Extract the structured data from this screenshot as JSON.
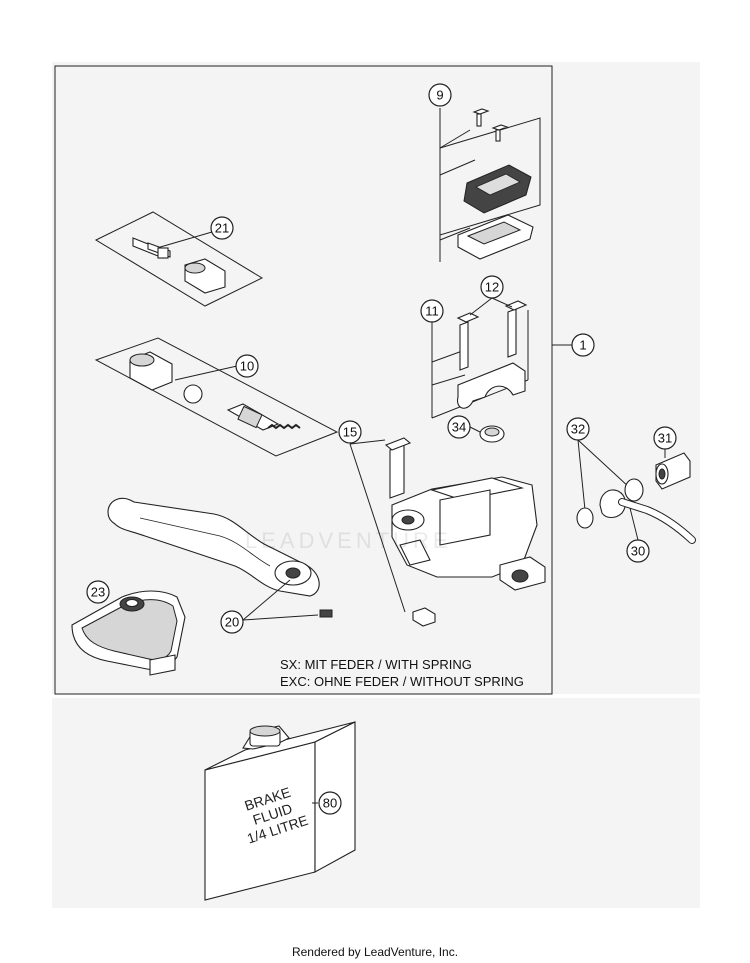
{
  "callouts": {
    "c1": "1",
    "c9": "9",
    "c10": "10",
    "c11": "11",
    "c12": "12",
    "c15": "15",
    "c20": "20",
    "c21": "21",
    "c23": "23",
    "c30": "30",
    "c31": "31",
    "c32": "32",
    "c34": "34",
    "c80": "80"
  },
  "notes": {
    "sx": "SX: MIT FEDER / WITH SPRING",
    "exc": "EXC: OHNE FEDER / WITHOUT SPRING"
  },
  "bottle": {
    "line1": "BRAKE",
    "line2": "FLUID",
    "line3": "1/4 LITRE"
  },
  "watermark": "LEADVENTURE",
  "footer": "Rendered by LeadVenture, Inc."
}
